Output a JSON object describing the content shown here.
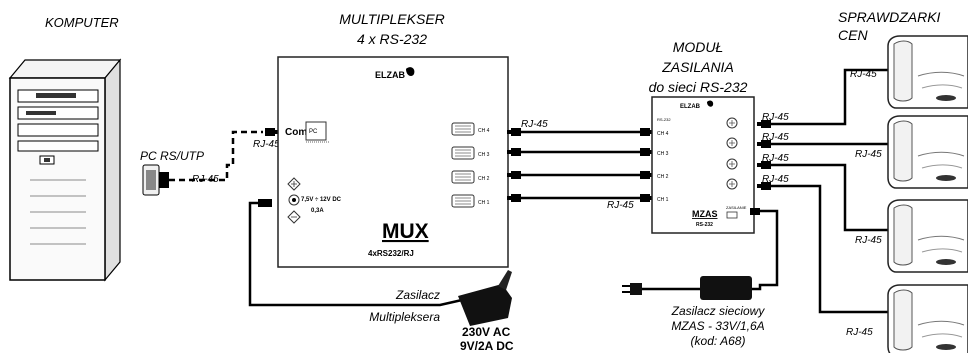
{
  "labels": {
    "computer": "KOMPUTER",
    "mux_title_1": "MULTIPLEKSER",
    "mux_title_2": "4 x RS-232",
    "mzas_title_1": "MODUŁ",
    "mzas_title_2": "ZASILANIA",
    "mzas_title_3": "do sieci RS-232",
    "checkers_1": "SPRAWDZARKI",
    "checkers_2": "CEN",
    "pc_rs_utp": "PC RS/UTP",
    "rj45": "RJ-45",
    "mux_psu_1": "Zasilacz",
    "mux_psu_2": "Multipleksera",
    "mux_psu_spec_1": "230V AC",
    "mux_psu_spec_2": "9V/2A DC",
    "mzas_psu_1": "Zasilacz sieciowy",
    "mzas_psu_2": "MZAS - 33V/1,6A",
    "mzas_psu_3": "(kod: A68)"
  },
  "mux": {
    "brand": "ELZAB",
    "com_label": "Com",
    "pc_label": "PC",
    "power_1": "7,5V ÷ 12V DC",
    "power_2": "0,3A",
    "model": "MUX",
    "model_sub": "4xRS232/RJ",
    "channels": [
      "CH 4",
      "CH 3",
      "CH 2",
      "CH 1"
    ]
  },
  "mzas": {
    "brand": "ELZAB",
    "rs_label": "RS-232",
    "channels": [
      "CH 4",
      "CH 3",
      "CH 2",
      "CH 1"
    ],
    "model": "MZAS",
    "model_sub": "RS-232",
    "power_label": "ZASILANIE"
  },
  "colors": {
    "line": "#000000",
    "device_fill": "#ffffff",
    "device_stroke": "#222222"
  }
}
